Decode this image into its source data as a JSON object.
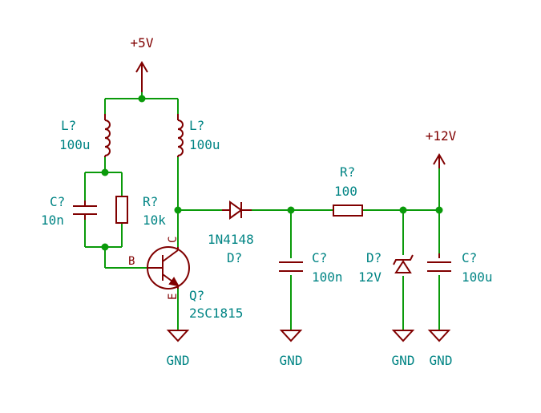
{
  "labels": {
    "pwr_5v": "+5V",
    "pwr_12v": "+12V",
    "gnd": "GND",
    "l1_ref": "L?",
    "l1_val": "100u",
    "l2_ref": "L?",
    "l2_val": "100u",
    "c1_ref": "C?",
    "c1_val": "10n",
    "r1_ref": "R?",
    "r1_val": "10k",
    "q_ref": "Q?",
    "q_val": "2SC1815",
    "q_pin_b": "B",
    "q_pin_c": "C",
    "q_pin_e": "E",
    "d1_val": "1N4148",
    "d1_ref": "D?",
    "c2_ref": "C?",
    "c2_val": "100n",
    "r2_ref": "R?",
    "r2_val": "100",
    "d2_ref": "D?",
    "d2_val": "12V",
    "c3_ref": "C?",
    "c3_val": "100u"
  },
  "colors": {
    "wire": "#0a9a0a",
    "component": "#800000",
    "text": "#008484"
  }
}
